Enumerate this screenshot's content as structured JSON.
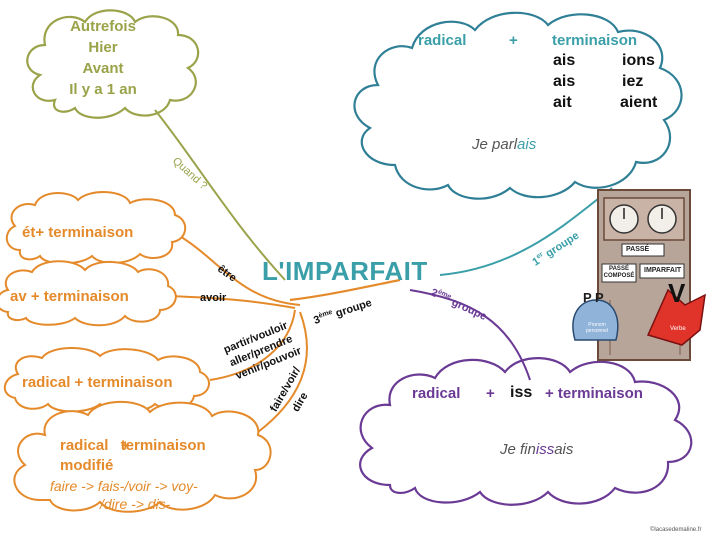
{
  "title": "L'IMPARFAIT",
  "colors": {
    "teal": "#3a9fa8",
    "olive": "#9aa34a",
    "orange": "#e58a2a",
    "purple": "#6a3a95"
  },
  "when": {
    "link_label": "Quand ?",
    "lines": [
      "Autrefois",
      "Hier",
      "Avant",
      "Il y a 1 an"
    ]
  },
  "groupe1": {
    "link_label_num": "1",
    "link_label_sup": "er",
    "link_label_word": "groupe",
    "radical": "radical",
    "plus": "+",
    "terminaison": "terminaison",
    "endings": [
      [
        "ais",
        "ions"
      ],
      [
        "ais",
        "iez"
      ],
      [
        "ait",
        "aient"
      ]
    ],
    "example_a": "Je parl",
    "example_b": "ais"
  },
  "groupe2": {
    "link_label_num": "2",
    "link_label_sup": "ème",
    "link_label_word": "groupe",
    "radical": "radical",
    "plus1": "+",
    "iss": "iss",
    "plus2": "+ terminaison",
    "example_a": "Je fin",
    "example_b": "iss",
    "example_c": "ais"
  },
  "groupe3": {
    "link_label_num": "3",
    "link_label_sup": "ème",
    "link_label_word": "groupe",
    "etre_link": "être",
    "etre_box": "ét+ terminaison",
    "avoir_link": "avoir",
    "avoir_box": "av  + terminaison",
    "verbs_link": [
      "partir/vouloir",
      "aller/prendre",
      "venir/pouvoir"
    ],
    "radical_box": "radical + terminaison",
    "fvd_link": [
      "faire/voir/",
      "dire"
    ],
    "mod_title_a": "radical",
    "mod_title_b": "+",
    "mod_title_c": "terminaison",
    "mod_subtitle": "modifié",
    "mod_line1": "faire -> fais-/voir -> voy-",
    "mod_line2": "/dire -> dis-"
  },
  "illustration": {
    "passe": "PASSÉ",
    "passe_compose": "PASSÉ COMPOSÉ",
    "imparfait": "IMPARFAIT",
    "pp_letters": "P P",
    "pp_caption": "Pronom personnel",
    "v_letter": "V",
    "v_caption": "Verbe"
  },
  "credit": "©lacasedemaline.fr"
}
